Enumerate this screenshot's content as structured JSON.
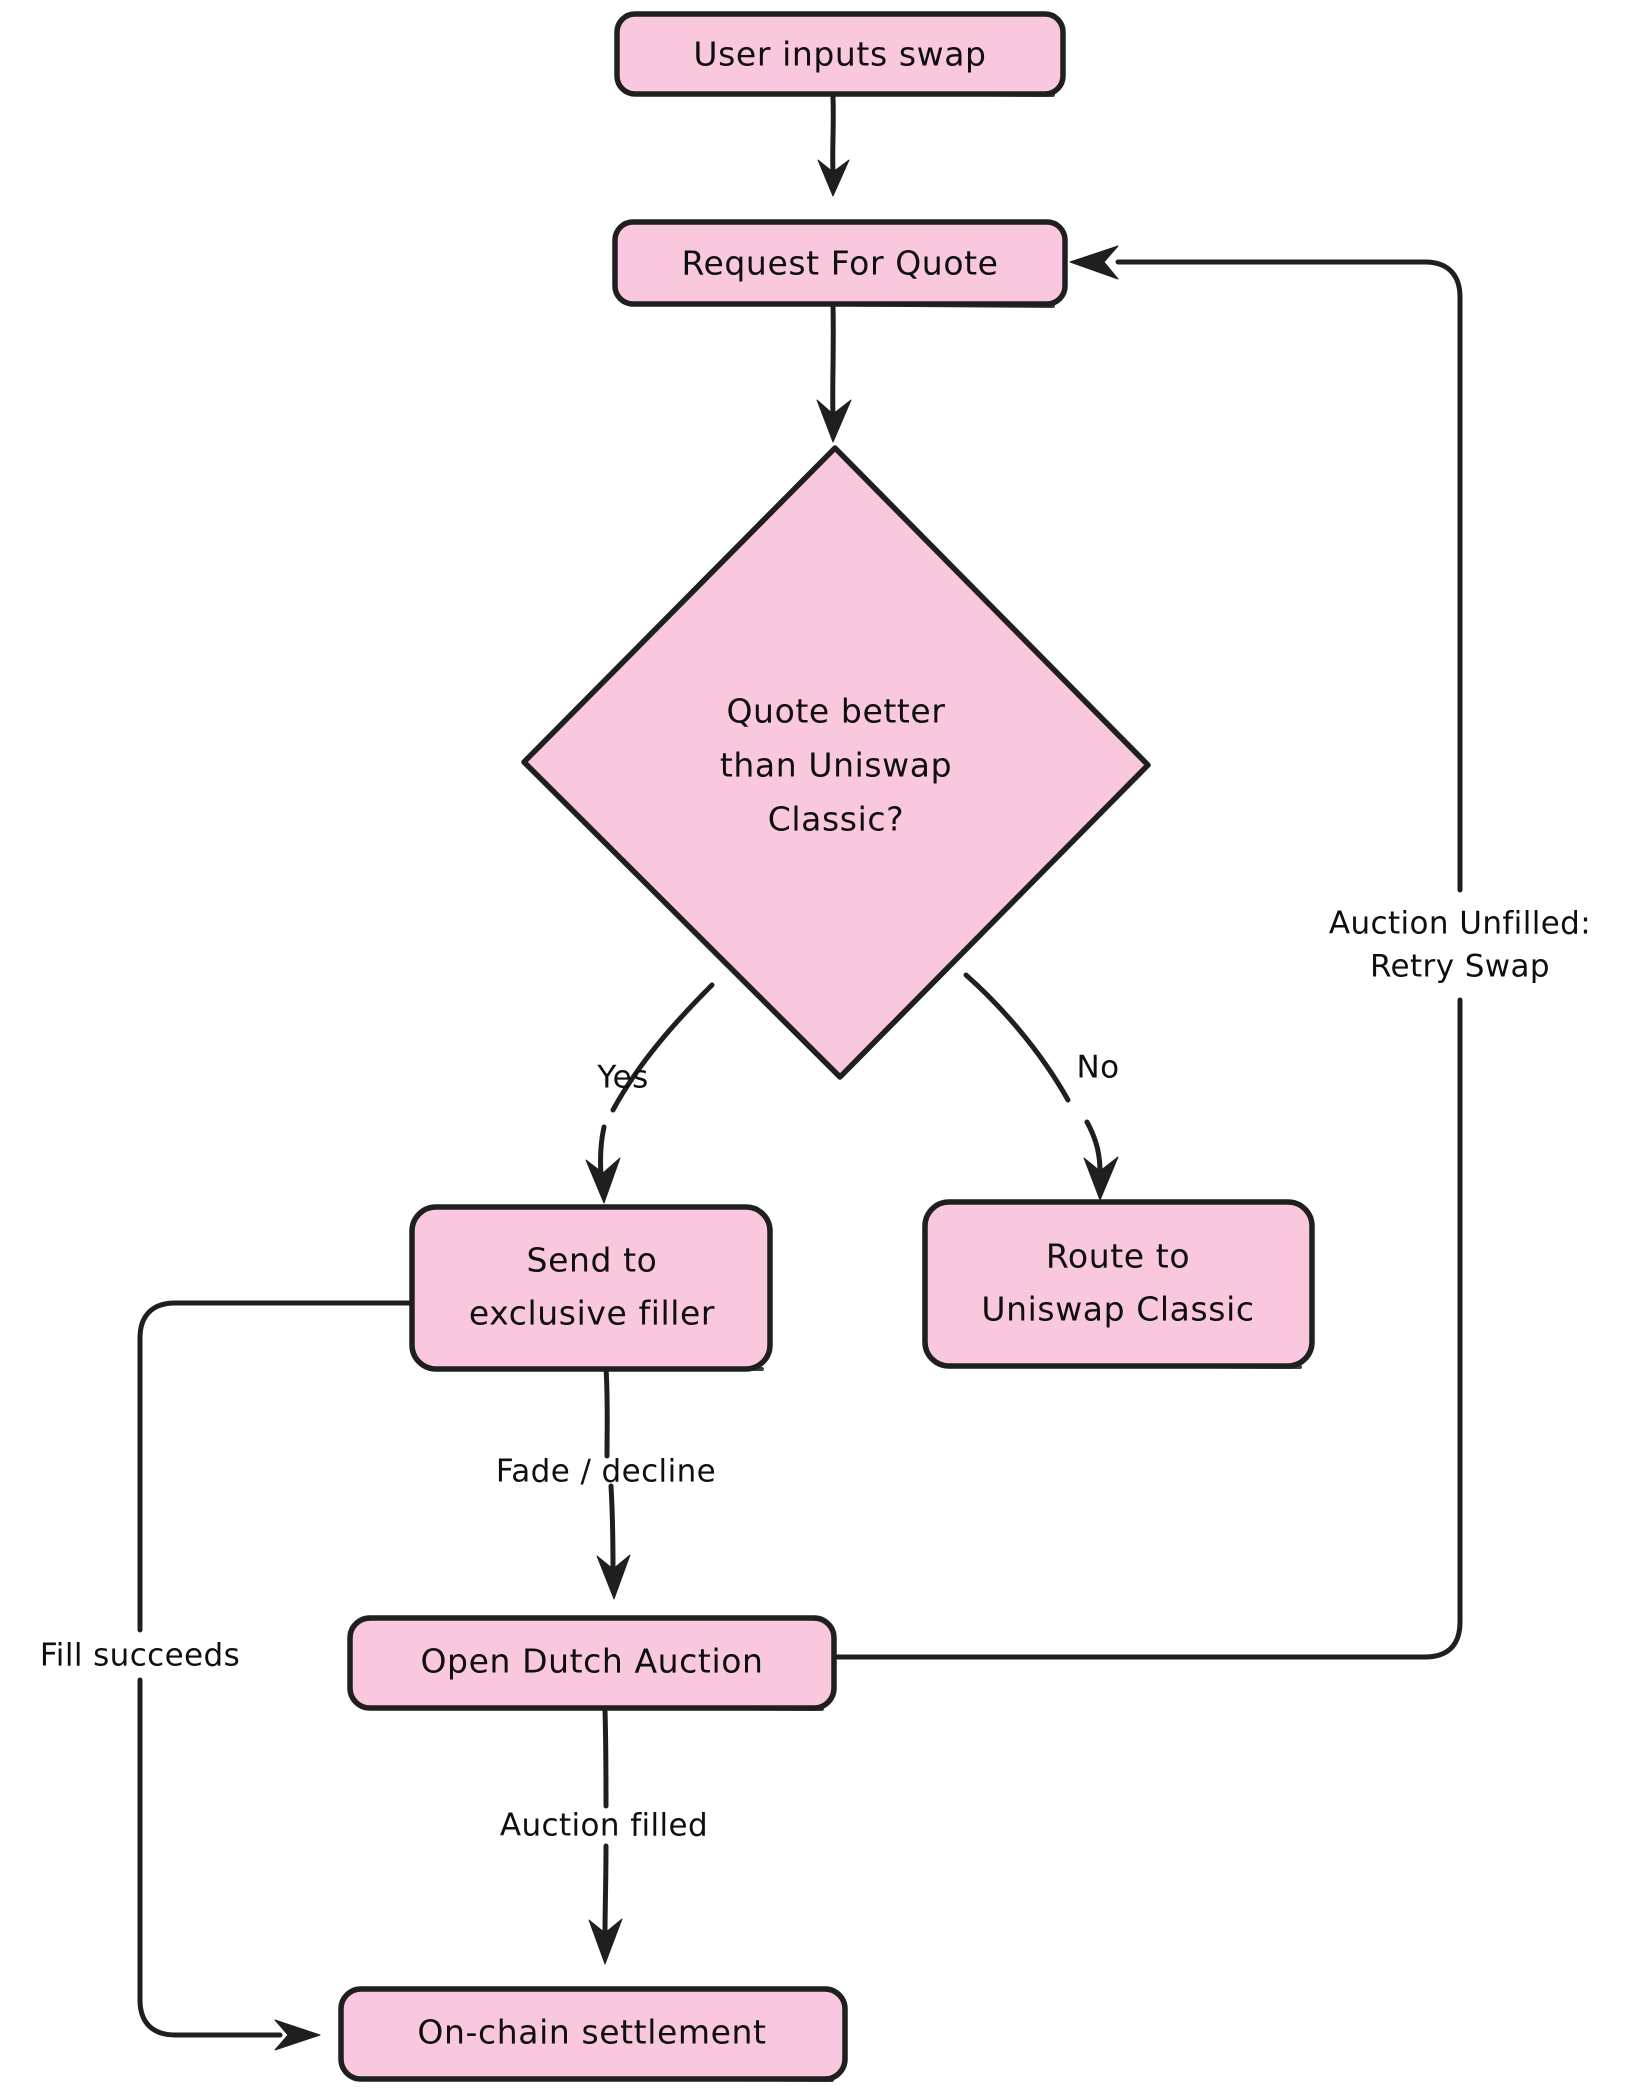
{
  "diagram": {
    "type": "flowchart",
    "title": "",
    "style": "hand-drawn",
    "colors": {
      "node_fill": "#FAC8DE",
      "node_stroke": "#1f1f1f",
      "edge_stroke": "#1f1f1f",
      "text": "#0f0f0f",
      "background": "#ffffff"
    },
    "nodes": [
      {
        "id": "user_input",
        "shape": "rounded-rect",
        "label": "User inputs swap"
      },
      {
        "id": "rfq",
        "shape": "rounded-rect",
        "label": "Request For Quote"
      },
      {
        "id": "decision",
        "shape": "diamond",
        "label_line1": "Quote better",
        "label_line2": "than Uniswap",
        "label_line3": "Classic?"
      },
      {
        "id": "exclusive",
        "shape": "rounded-rect",
        "label_line1": "Send to",
        "label_line2": "exclusive filler"
      },
      {
        "id": "classic",
        "shape": "rounded-rect",
        "label_line1": "Route to",
        "label_line2": "Uniswap Classic"
      },
      {
        "id": "auction",
        "shape": "rounded-rect",
        "label": "Open Dutch Auction"
      },
      {
        "id": "settlement",
        "shape": "rounded-rect",
        "label": "On-chain settlement"
      }
    ],
    "edges": [
      {
        "id": "e1",
        "from": "user_input",
        "to": "rfq",
        "label": ""
      },
      {
        "id": "e2",
        "from": "rfq",
        "to": "decision",
        "label": ""
      },
      {
        "id": "e3",
        "from": "decision",
        "to": "exclusive",
        "label": "Yes"
      },
      {
        "id": "e4",
        "from": "decision",
        "to": "classic",
        "label": "No"
      },
      {
        "id": "e5",
        "from": "exclusive",
        "to": "auction",
        "label": "Fade / decline"
      },
      {
        "id": "e6",
        "from": "auction",
        "to": "settlement",
        "label": "Auction filled"
      },
      {
        "id": "e7",
        "from": "exclusive",
        "to": "settlement",
        "label": "Fill succeeds"
      },
      {
        "id": "e8",
        "from": "auction",
        "to": "rfq",
        "label_line1": "Auction Unfilled:",
        "label_line2": "Retry Swap"
      }
    ]
  }
}
